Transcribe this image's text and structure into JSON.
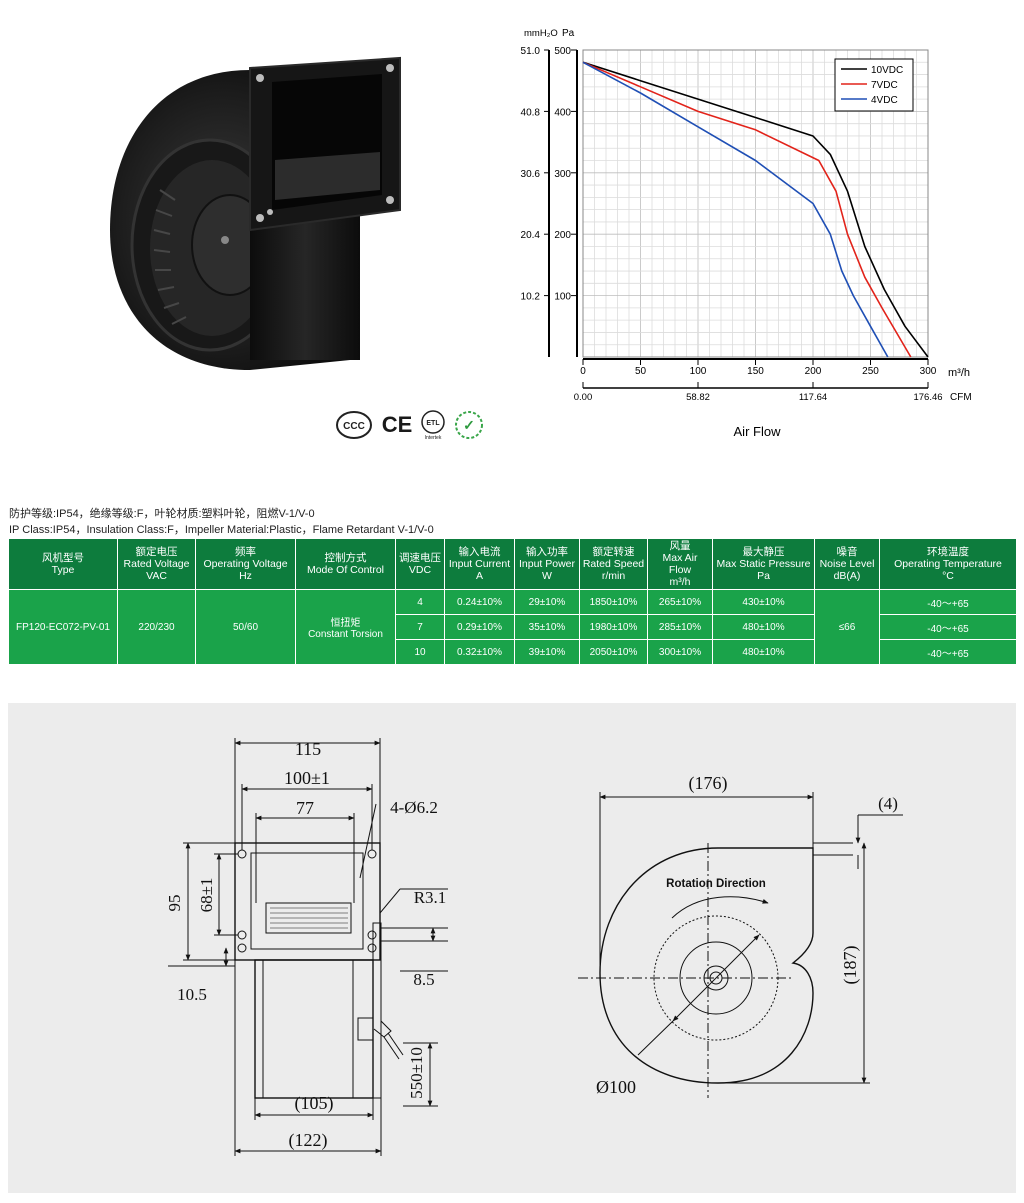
{
  "certifications": [
    {
      "label": "CCC"
    },
    {
      "label": "CE"
    },
    {
      "label": "ETL",
      "sub": "Intertek"
    },
    {
      "label": "✓"
    }
  ],
  "chart_data": {
    "type": "line",
    "x_unit": "m³/h",
    "x_unit_secondary": "CFM",
    "y_unit": "Pa",
    "y_unit_secondary": "mmH₂O",
    "xlabel": "Air Flow",
    "xlim": [
      0,
      300
    ],
    "ylim": [
      0,
      500
    ],
    "x_ticks": [
      0,
      50,
      100,
      150,
      200,
      250,
      300
    ],
    "x_ticks_cfm": [
      "0.00",
      "58.82",
      "117.64",
      "176.46"
    ],
    "y_ticks": [
      100,
      200,
      300,
      400,
      500
    ],
    "y_ticks_mmh2o": [
      "10.2",
      "20.4",
      "30.6",
      "40.8",
      "51.0"
    ],
    "grid": true,
    "legend_position": "top-right",
    "series": [
      {
        "name": "10VDC",
        "color": "#000000",
        "x": [
          0,
          50,
          100,
          150,
          200,
          215,
          230,
          245,
          262,
          280,
          300
        ],
        "y": [
          480,
          450,
          420,
          390,
          360,
          330,
          270,
          180,
          110,
          50,
          0
        ]
      },
      {
        "name": "7VDC",
        "color": "#e2231a",
        "x": [
          0,
          50,
          100,
          150,
          205,
          220,
          230,
          245,
          260,
          285
        ],
        "y": [
          480,
          440,
          400,
          370,
          320,
          270,
          200,
          130,
          80,
          0
        ]
      },
      {
        "name": "4VDC",
        "color": "#1f4fb5",
        "x": [
          0,
          50,
          100,
          150,
          200,
          215,
          225,
          235,
          250,
          265
        ],
        "y": [
          480,
          430,
          375,
          320,
          250,
          200,
          140,
          100,
          50,
          0
        ]
      }
    ]
  },
  "spec_lines": {
    "cn": "防护等级:IP54，绝缘等级:F，叶轮材质:塑料叶轮，阻燃V-1/V-0",
    "en": "IP Class:IP54，Insulation Class:F，Impeller Material:Plastic，Flame Retardant V-1/V-0"
  },
  "table": {
    "headers": [
      [
        "风机型号",
        "Type"
      ],
      [
        "额定电压",
        "Rated Voltage",
        "VAC"
      ],
      [
        "频率",
        "Operating Voltage",
        "Hz"
      ],
      [
        "控制方式",
        "Mode Of Control"
      ],
      [
        "调速电压",
        "VDC"
      ],
      [
        "输入电流",
        "Input Current",
        "A"
      ],
      [
        "输入功率",
        "Input Power",
        "W"
      ],
      [
        "额定转速",
        "Rated Speed",
        "r/min"
      ],
      [
        "风量",
        "Max Air Flow",
        "m³/h"
      ],
      [
        "最大静压",
        "Max Static Pressure",
        "Pa"
      ],
      [
        "噪音",
        "Noise Level",
        "dB(A)"
      ],
      [
        "环境温度",
        "Operating Temperature",
        "°C"
      ]
    ],
    "type": "FP120-EC072-PV-01",
    "voltage": "220/230",
    "frequency": "50/60",
    "control_cn": "恒扭矩",
    "control_en": "Constant Torsion",
    "noise": "≤66",
    "rows": [
      {
        "vdc": "4",
        "current": "0.24±10%",
        "power": "29±10%",
        "speed": "1850±10%",
        "airflow": "265±10%",
        "pressure": "430±10%",
        "temp": "-40～+65"
      },
      {
        "vdc": "7",
        "current": "0.29±10%",
        "power": "35±10%",
        "speed": "1980±10%",
        "airflow": "285±10%",
        "pressure": "480±10%",
        "temp": "-40～+65"
      },
      {
        "vdc": "10",
        "current": "0.32±10%",
        "power": "39±10%",
        "speed": "2050±10%",
        "airflow": "300±10%",
        "pressure": "480±10%",
        "temp": "-40～+65"
      }
    ]
  },
  "drawing": {
    "dims": {
      "d115": "115",
      "d100": "100±1",
      "d77": "77",
      "holes": "4-Ø6.2",
      "d95": "95",
      "d68": "68±1",
      "r31": "R3.1",
      "d85": "8.5",
      "d105v": "10.5",
      "d550": "550±10",
      "d105p": "(105)",
      "d122": "(122)",
      "d176": "(176)",
      "d4": "(4)",
      "d187": "(187)",
      "d100dia": "Ø100"
    },
    "rotation_label": "Rotation  Direction"
  }
}
